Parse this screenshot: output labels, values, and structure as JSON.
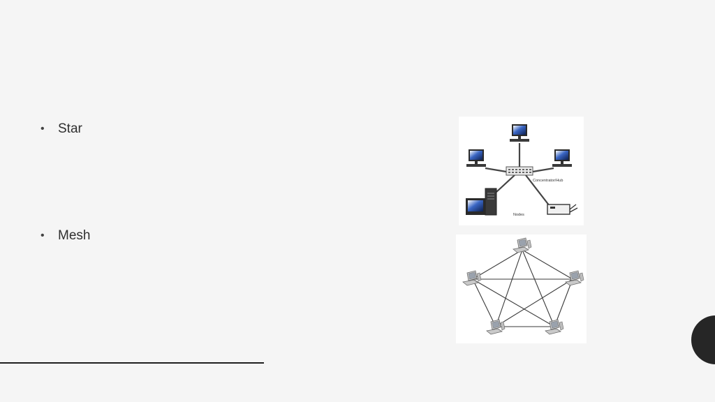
{
  "slide": {
    "bullets": [
      {
        "text": "Star"
      },
      {
        "text": "Mesh"
      }
    ]
  },
  "star_diagram": {
    "hub_label": "Concentrator/Hub",
    "nodes_label": "Nodes"
  },
  "colors": {
    "background": "#f5f5f5",
    "text": "#2f2f2f",
    "accent_dark": "#262626",
    "screen_blue": "#1c3f8c"
  }
}
